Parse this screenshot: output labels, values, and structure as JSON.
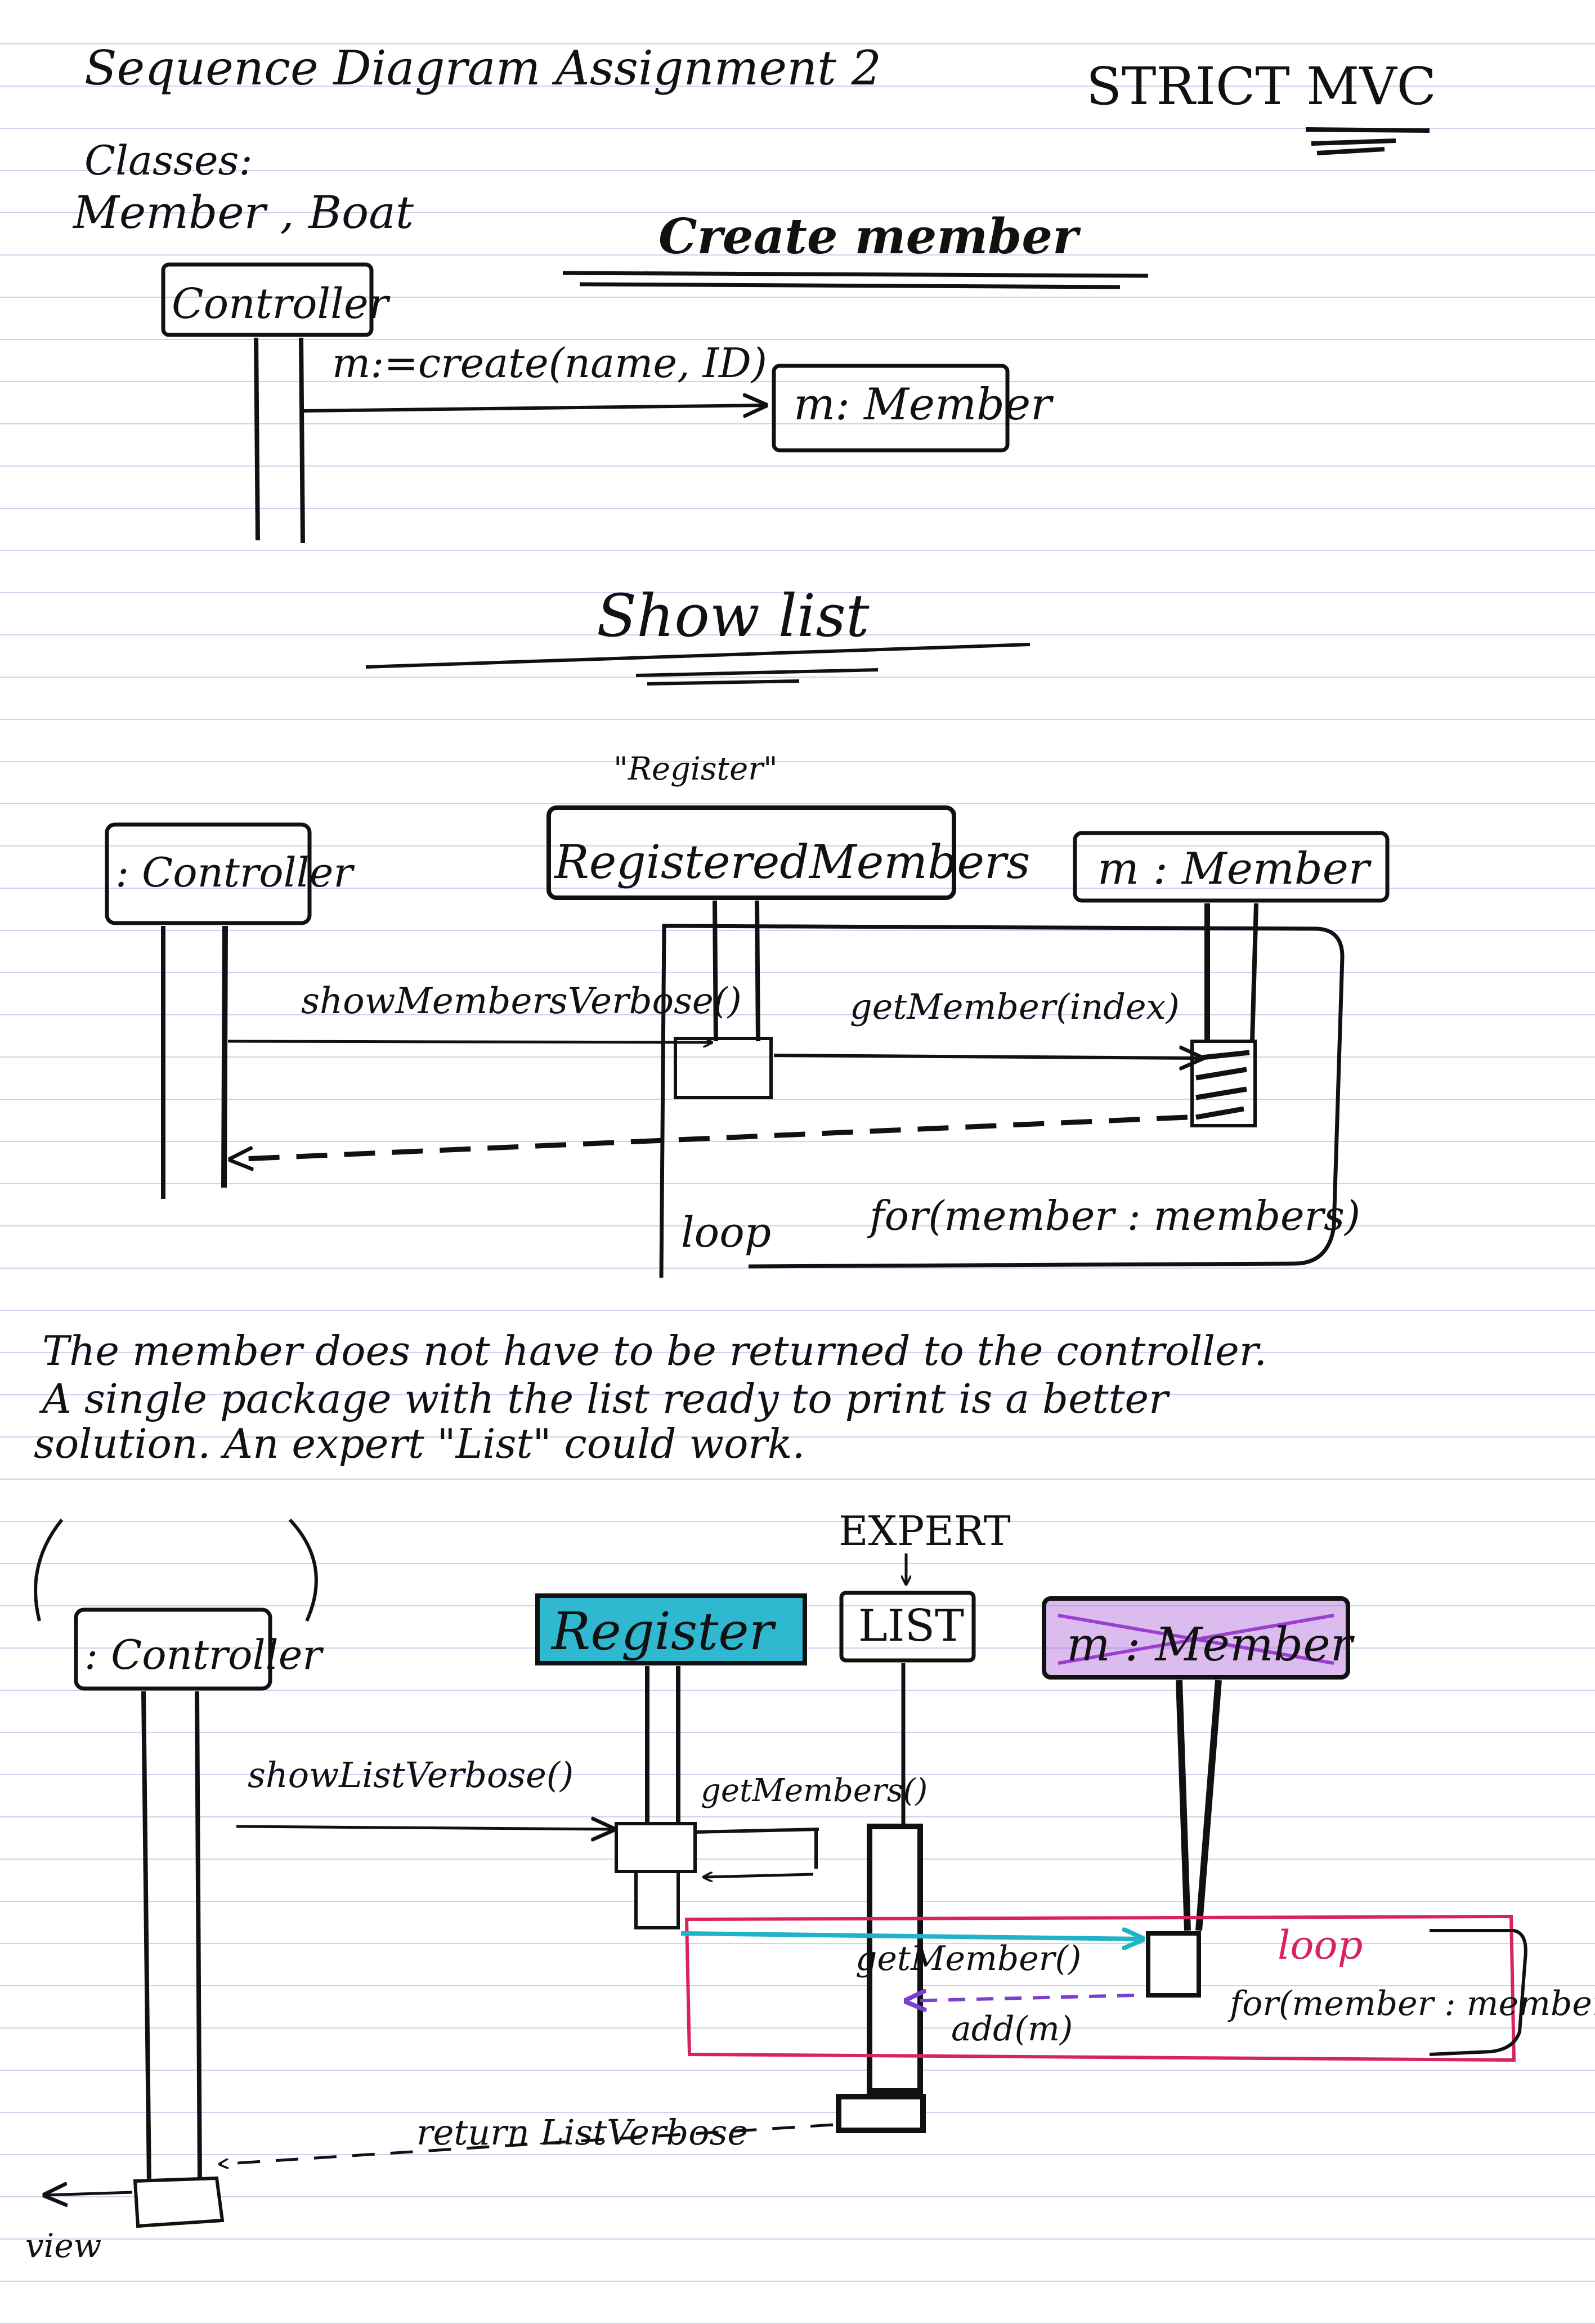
{
  "page": {
    "title": "Sequence Diagram Assignment 2",
    "strict_note": "STRICT MVC",
    "classes_label": "Classes:",
    "classes_list": "Member , Boat"
  },
  "create_member": {
    "heading": "Create member",
    "controller": "Controller",
    "message": "m:=create(name, ID)",
    "member": "m: Member"
  },
  "show_list": {
    "heading": "Show list",
    "register_note": "\"Register\"",
    "controller": ": Controller",
    "registered": "RegisteredMembers",
    "member": "m : Member",
    "msg_show": "showMembersVerbose()",
    "msg_get": "getMember(index)",
    "loop_label": "loop",
    "loop_guard": "for(member : members)"
  },
  "comment": {
    "line1": "The member does not have to be returned to the controller.",
    "line2": "A single package with the list ready to print is a better",
    "line3": "solution. An expert \"List\" could work."
  },
  "expert_diagram": {
    "expert_label": "EXPERT",
    "controller": ": Controller",
    "register": "Register",
    "list": "LIST",
    "member": "m : Member",
    "msg_show": "showListVerbose()",
    "msg_getmembers": "getMembers()",
    "msg_getmember": "getMember()",
    "msg_add": "add(m)",
    "loop_label": "loop",
    "loop_guard": "for(member : members)",
    "msg_return": "return ListVerbose",
    "view_label": "view"
  },
  "colors": {
    "ink": "#111111",
    "rule_line": "#c9d4ee",
    "register_fill": "#2fb8cf",
    "member_fill": "#9b3fcf",
    "loop_frame": "#d8245a",
    "cyan_arrow": "#1fb3c8",
    "purple_arrow": "#7a3fcf"
  }
}
